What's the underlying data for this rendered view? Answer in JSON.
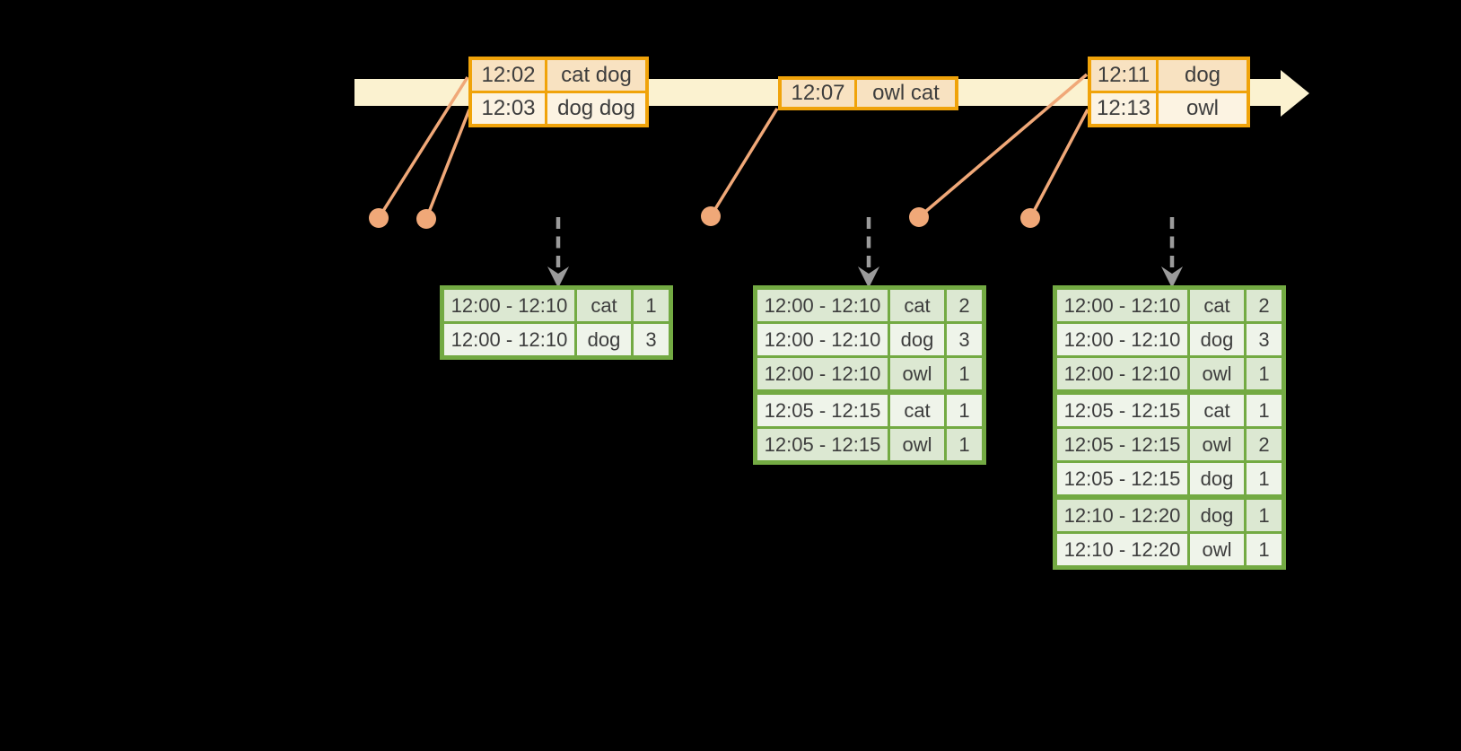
{
  "colors": {
    "background": "#000000",
    "timeline_fill": "#fbf2d0",
    "event_table_border": "#f0a30a",
    "event_row_fill": "#f8e2c1",
    "event_row_alt_fill": "#fcf3e2",
    "event_dot_fill": "#f0a878",
    "trigger_arrow_gray": "#9b9b9b",
    "result_table_border": "#73aa43",
    "result_row_fill": "#dce8d2",
    "result_row_alt_fill": "#eff4ea",
    "text": "#3d3d3d"
  },
  "icons": {
    "timeline_arrow": "timeline-arrow-right",
    "event_dot": "event-dot",
    "trigger_arrow": "trigger-down-arrow"
  },
  "event_tables": [
    {
      "rows": [
        [
          "12:02",
          "cat dog"
        ],
        [
          "12:03",
          "dog dog"
        ]
      ]
    },
    {
      "rows": [
        [
          "12:07",
          "owl cat"
        ]
      ]
    },
    {
      "rows": [
        [
          "12:11",
          "dog"
        ],
        [
          "12:13",
          "owl"
        ]
      ]
    }
  ],
  "result_tables": [
    {
      "rows": [
        [
          "12:00 - 12:10",
          "cat",
          "1"
        ],
        [
          "12:00 - 12:10",
          "dog",
          "3"
        ]
      ],
      "group_breaks": []
    },
    {
      "rows": [
        [
          "12:00 - 12:10",
          "cat",
          "2"
        ],
        [
          "12:00 - 12:10",
          "dog",
          "3"
        ],
        [
          "12:00 - 12:10",
          "owl",
          "1"
        ],
        [
          "12:05 - 12:15",
          "cat",
          "1"
        ],
        [
          "12:05 - 12:15",
          "owl",
          "1"
        ]
      ],
      "group_breaks": [
        3
      ]
    },
    {
      "rows": [
        [
          "12:00 - 12:10",
          "cat",
          "2"
        ],
        [
          "12:00 - 12:10",
          "dog",
          "3"
        ],
        [
          "12:00 - 12:10",
          "owl",
          "1"
        ],
        [
          "12:05 - 12:15",
          "cat",
          "1"
        ],
        [
          "12:05 - 12:15",
          "owl",
          "2"
        ],
        [
          "12:05 - 12:15",
          "dog",
          "1"
        ],
        [
          "12:10 - 12:20",
          "dog",
          "1"
        ],
        [
          "12:10 - 12:20",
          "owl",
          "1"
        ]
      ],
      "group_breaks": [
        3,
        6
      ]
    }
  ]
}
